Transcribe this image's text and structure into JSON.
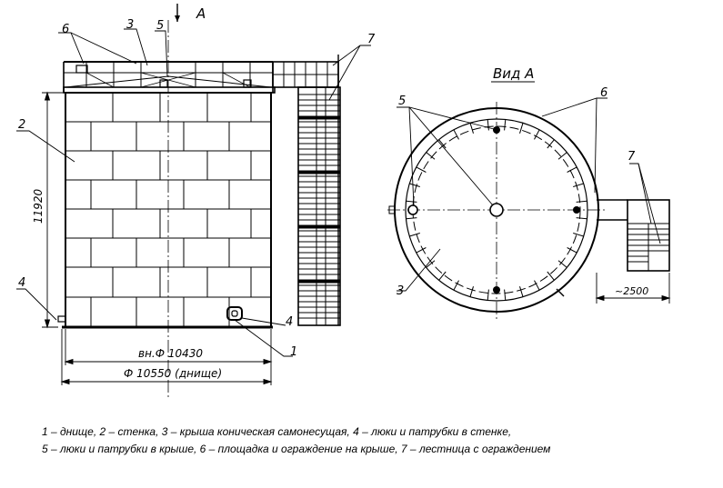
{
  "view_a": {
    "arrow_label": "A",
    "title": "Вид А"
  },
  "callouts": {
    "n1": "1",
    "n2": "2",
    "n3": "3",
    "n4": "4",
    "n5": "5",
    "n6": "6",
    "n7": "7"
  },
  "dimensions": {
    "height": "11920",
    "inner_diameter": "вн.Ф 10430",
    "bottom_diameter": "Ф 10550 (днище)",
    "ladder_offset": "~2500"
  },
  "legend": {
    "line1": "1 – днище, 2 – стенка, 3 – крыша коническая самонесущая, 4 – люки и патрубки в стенке,",
    "line2": "5 – люки и патрубки в крыше, 6 – площадка и ограждение на крыше, 7 – лестница с ограждением"
  }
}
